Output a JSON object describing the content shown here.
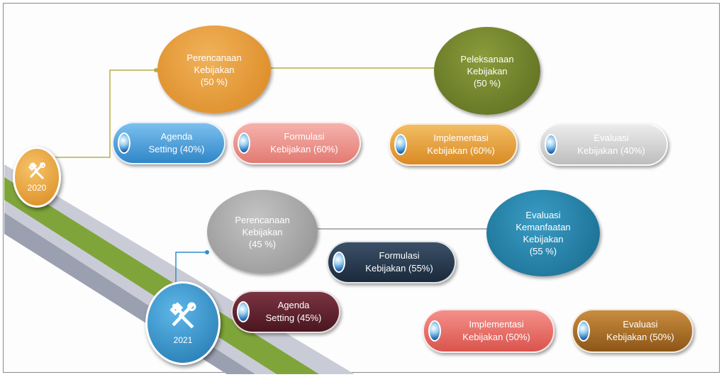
{
  "y2020": {
    "year": "2020",
    "perencanaan": "Perencanaan\nKebijakan\n(50 %)",
    "pelaksanaan": "Peleksanaan\nKebijakan\n(50 %)",
    "agenda": "Agenda\nSetting (40%)",
    "formulasi": "Formulasi\nKebijakan (60%)",
    "implementasi": "Implementasi\nKebijakan (60%)",
    "evaluasi": "Evaluasi\nKebijakan (40%)",
    "colors": {
      "badge": "#e9a33a",
      "perencanaan": "#e3962f",
      "pelaksanaan": "#6b7d2a",
      "agenda": "#4a9fd8",
      "formulasi": "#ee9a93",
      "implementasi": "#e7a23f",
      "evaluasi": "#d9d9d9"
    }
  },
  "y2021": {
    "year": "2021",
    "perencanaan": "Perencanaan\nKebijakan\n(45 %)",
    "evaluasi_kemanfaatan": "Evaluasi\nKemanfaatan\nKebijakan\n(55 %)",
    "agenda": "Agenda\nSetting (45%)",
    "formulasi": "Formulasi\nKebijakan (55%)",
    "implementasi": "Implementasi\nKebijakan (50%)",
    "evaluasi": "Evaluasi\nKebijakan (50%)",
    "colors": {
      "badge": "#2f8fc8",
      "perencanaan": "#a6a6a6",
      "evaluasi_kemanfaatan": "#1f7ea6",
      "agenda": "#5a1f2a",
      "formulasi": "#233446",
      "implementasi": "#e8716a",
      "evaluasi": "#a86a22"
    }
  },
  "icons": {
    "badge_icon": "hammer-wrench-icon",
    "pill_icon": "orb-icon"
  }
}
